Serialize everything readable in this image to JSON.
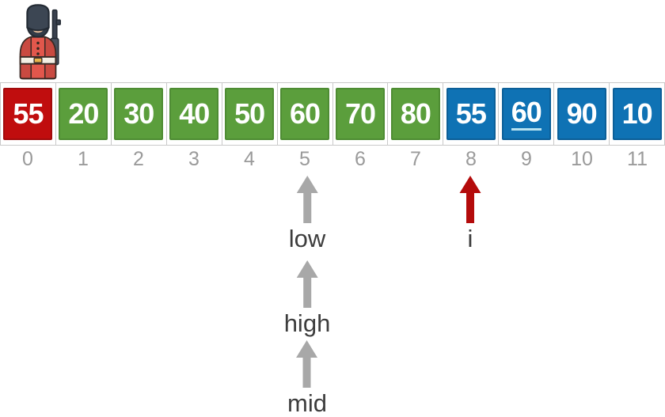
{
  "colors": {
    "red_cell": "#c00d0e",
    "green_cell": "#5b9e3c",
    "blue_cell": "#0f72b4",
    "grid_line": "#c9c9c9",
    "index_text": "#9a9a9a",
    "label_text": "#3d3d3d",
    "gray_arrow": "#a8a8a8",
    "red_arrow": "#b40b0b",
    "underline": "#b8e2f0"
  },
  "icons": {
    "guard": "royal-guard-icon"
  },
  "array": {
    "cells": [
      {
        "value": "55",
        "index": "0",
        "color": "red",
        "underline": false
      },
      {
        "value": "20",
        "index": "1",
        "color": "green",
        "underline": false
      },
      {
        "value": "30",
        "index": "2",
        "color": "green",
        "underline": false
      },
      {
        "value": "40",
        "index": "3",
        "color": "green",
        "underline": false
      },
      {
        "value": "50",
        "index": "4",
        "color": "green",
        "underline": false
      },
      {
        "value": "60",
        "index": "5",
        "color": "green",
        "underline": false
      },
      {
        "value": "70",
        "index": "6",
        "color": "green",
        "underline": false
      },
      {
        "value": "80",
        "index": "7",
        "color": "green",
        "underline": false
      },
      {
        "value": "55",
        "index": "8",
        "color": "blue",
        "underline": false
      },
      {
        "value": "60",
        "index": "9",
        "color": "blue",
        "underline": true
      },
      {
        "value": "90",
        "index": "10",
        "color": "blue",
        "underline": false
      },
      {
        "value": "10",
        "index": "11",
        "color": "blue",
        "underline": false
      }
    ]
  },
  "pointers": {
    "low": {
      "label": "low",
      "at_index": 5,
      "arrow_color": "gray"
    },
    "i": {
      "label": "i",
      "at_index": 8,
      "arrow_color": "red"
    },
    "high": {
      "label": "high",
      "at_index": 5,
      "arrow_color": "gray"
    },
    "mid": {
      "label": "mid",
      "at_index": 5,
      "arrow_color": "gray"
    }
  }
}
